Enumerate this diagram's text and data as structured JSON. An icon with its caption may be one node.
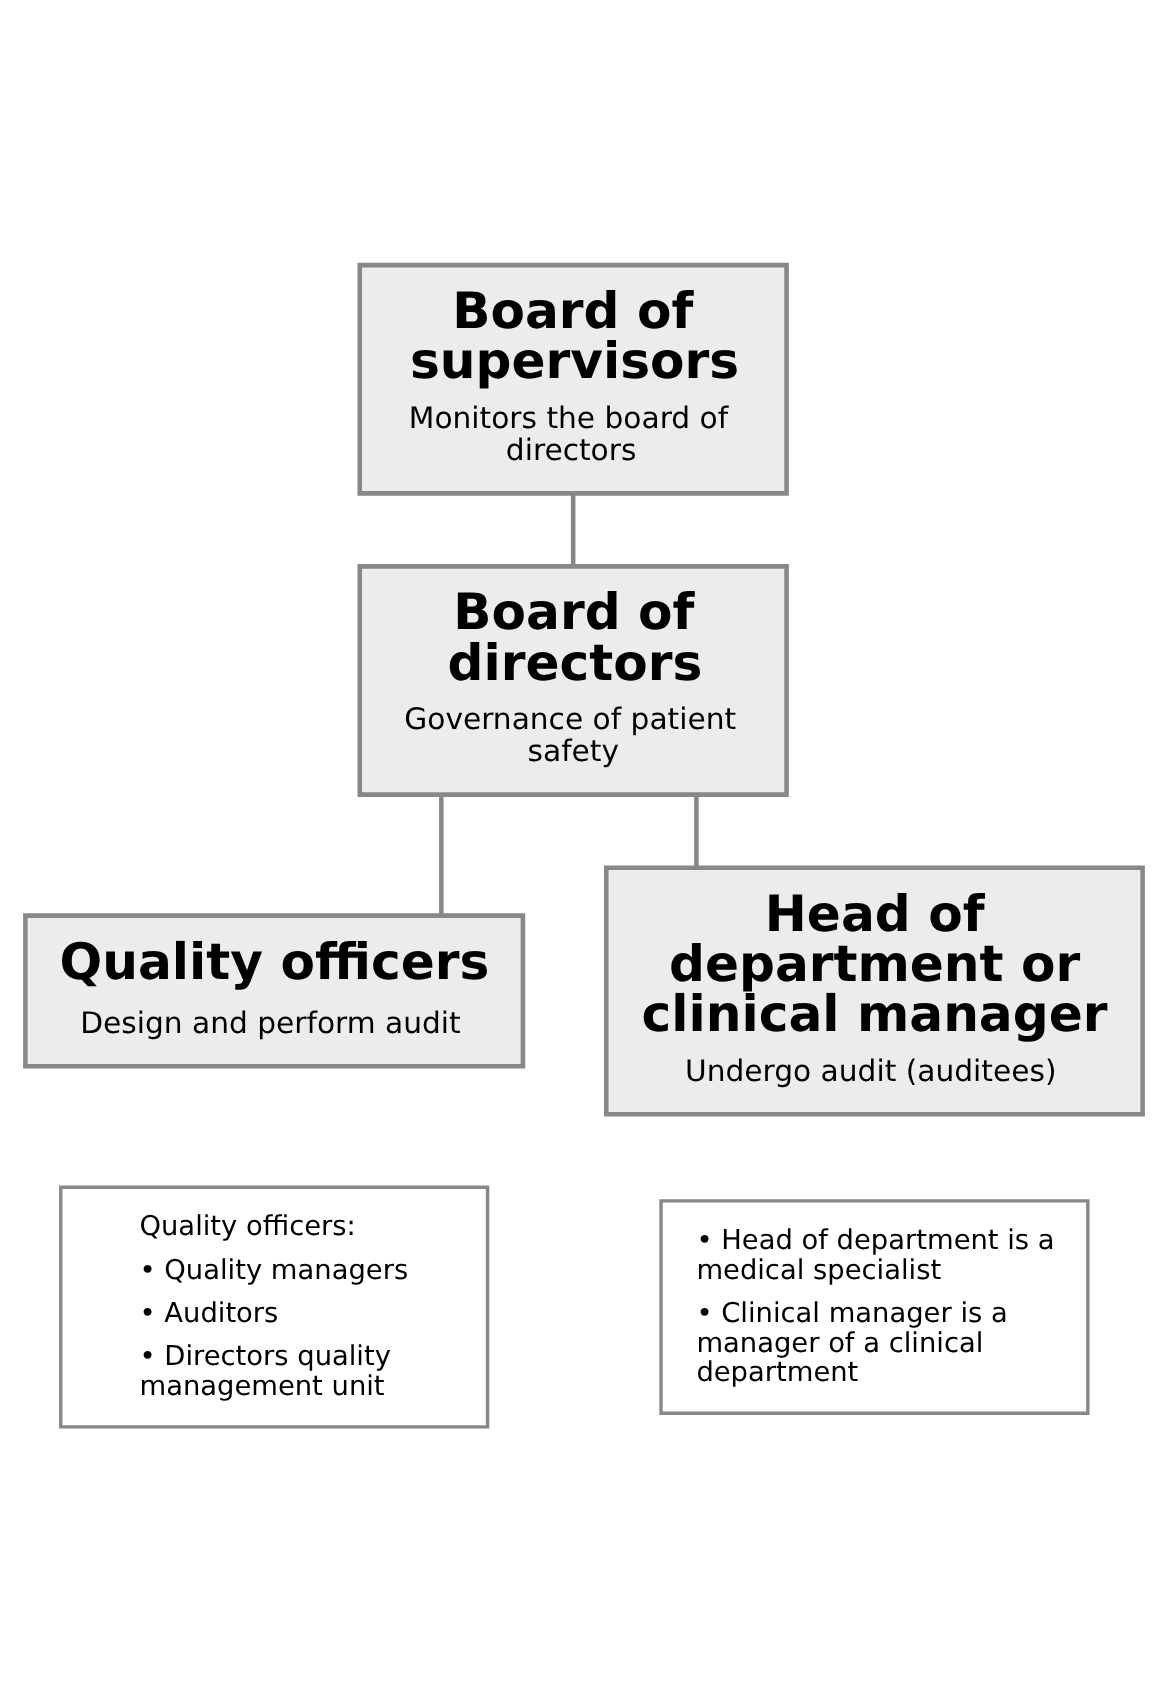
{
  "diagram": {
    "nodes": [
      {
        "text": [
          "Board of supervisors",
          "Monitors the board of directors"
        ]
      },
      {
        "text": [
          "Board of directors",
          "Governance of patient safety"
        ]
      },
      {
        "text": [
          "Quality officers",
          "Design and perform audit"
        ]
      },
      {
        "text": [
          "Head of department or clinical manager",
          "Undergo audit (auditees)"
        ]
      },
      {
        "text": [
          "Quality officers:",
          "• Quality managers",
          "• Auditors",
          "• Directors quality management unit"
        ]
      },
      {
        "text": [
          "• Head of department is a medical specialist",
          "• Clinical manager is a manager of a clinical department"
        ]
      }
    ],
    "edges": [
      {
        "from": 0,
        "to": 1,
        "arrow": "none"
      },
      {
        "from": 1,
        "to": 2,
        "arrow": "none"
      },
      {
        "from": 1,
        "to": 3,
        "arrow": "none"
      }
    ]
  }
}
